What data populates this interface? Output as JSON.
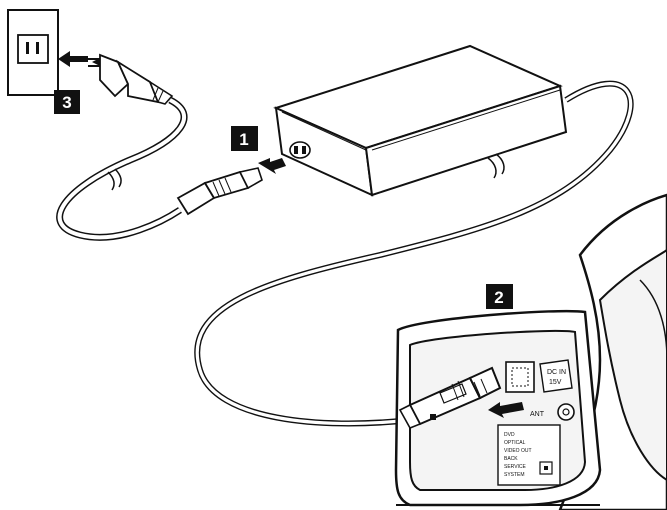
{
  "steps": {
    "step1": "1",
    "step2": "2",
    "step3": "3"
  },
  "device": {
    "dc_in_line1": "DC IN",
    "dc_in_line2": "15V",
    "ant_label": "ANT",
    "panel_lines": [
      "DVD",
      "OPTICAL",
      "VIDEO OUT",
      "BACK",
      "SERVICE",
      "SYSTEM"
    ]
  },
  "icons": [
    "wall-outlet-icon",
    "ac-plug-icon",
    "ac-adapter-icon",
    "dc-plug-icon",
    "arrow-icon"
  ],
  "colors": {
    "ink": "#111111",
    "paper": "#ffffff",
    "badge": "#111111",
    "device_fill": "#f4f4f4"
  }
}
